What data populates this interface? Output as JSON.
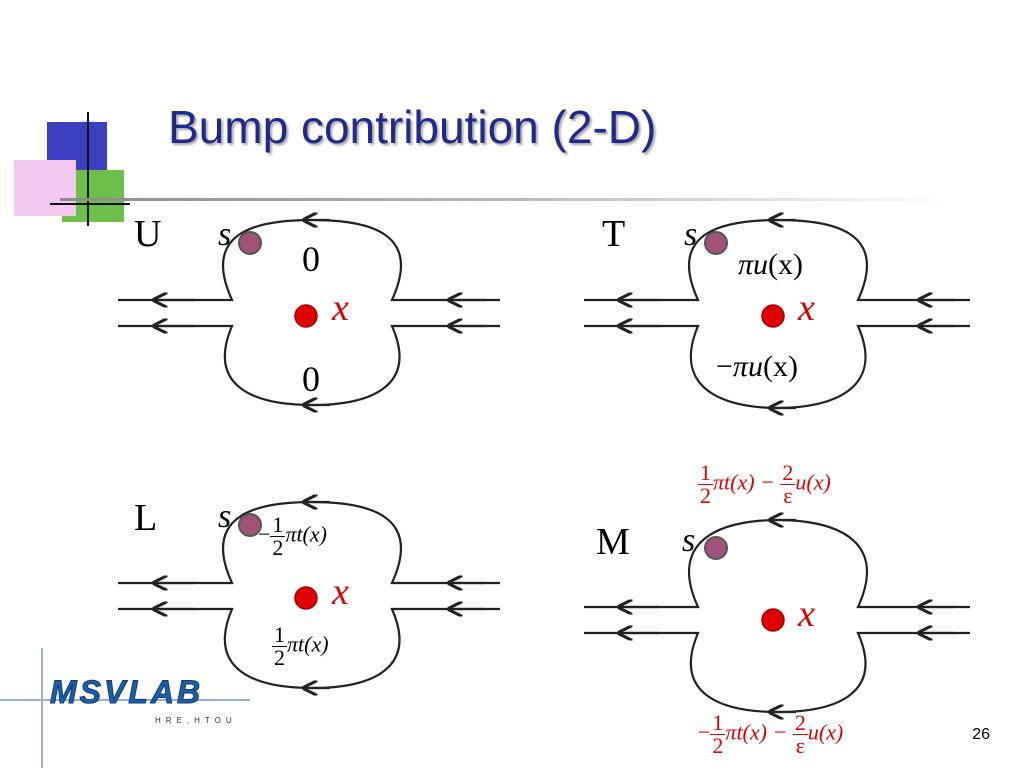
{
  "slide": {
    "title": "Bump contribution (2-D)",
    "page_number": "26"
  },
  "logo": {
    "text": "MSVLAB",
    "subtext": "HRE,HTOU"
  },
  "panels": {
    "U": {
      "label": "U",
      "s": "s",
      "x": "x",
      "top": "0",
      "bottom": "0"
    },
    "T": {
      "label": "T",
      "s": "s",
      "x": "x",
      "top_pi": "π",
      "top_var": "u",
      "top_arg": "(x)",
      "bottom_sign": "−",
      "bottom_pi": "π",
      "bottom_var": "u",
      "bottom_arg": "(x)"
    },
    "L": {
      "label": "L",
      "s": "s",
      "x": "x",
      "top_sign": "−",
      "top_num": "1",
      "top_den": "2",
      "top_rest": "πt(x)",
      "bottom_num": "1",
      "bottom_den": "2",
      "bottom_rest": "πt(x)"
    },
    "M": {
      "label": "M",
      "s": "s",
      "x": "x",
      "top_num1": "1",
      "top_den1": "2",
      "top_mid": "πt(x) −",
      "top_num2": "2",
      "top_den2": "ε",
      "top_rest": "u(x)",
      "bottom_sign": "−",
      "bottom_num1": "1",
      "bottom_den1": "2",
      "bottom_mid": "πt(x) −",
      "bottom_num2": "2",
      "bottom_den2": "ε",
      "bottom_rest": "u(x)"
    }
  },
  "colors": {
    "title": "#1f2a8c",
    "source_point": "#a0527a",
    "field_point": "#e00000",
    "red_text": "#e00000",
    "logo": "#1a5fa8"
  }
}
